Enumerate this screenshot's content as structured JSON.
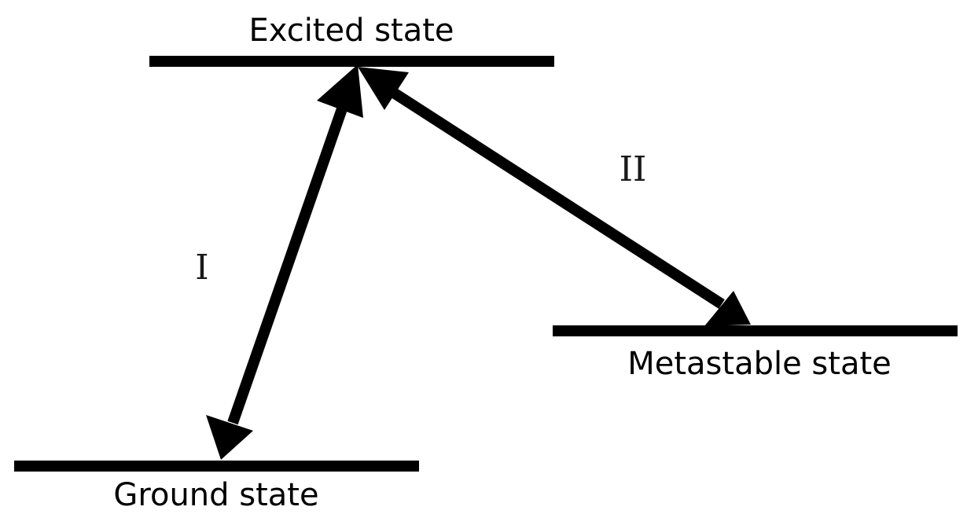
{
  "diagram": {
    "states": {
      "excited": "Excited state",
      "ground": "Ground state",
      "metastable": "Metastable state"
    },
    "transitions": {
      "one": "I",
      "two": "II"
    },
    "colors": {
      "lines": "#000000",
      "labels": "#000000",
      "transition_labels": "#1a1a1a"
    }
  }
}
